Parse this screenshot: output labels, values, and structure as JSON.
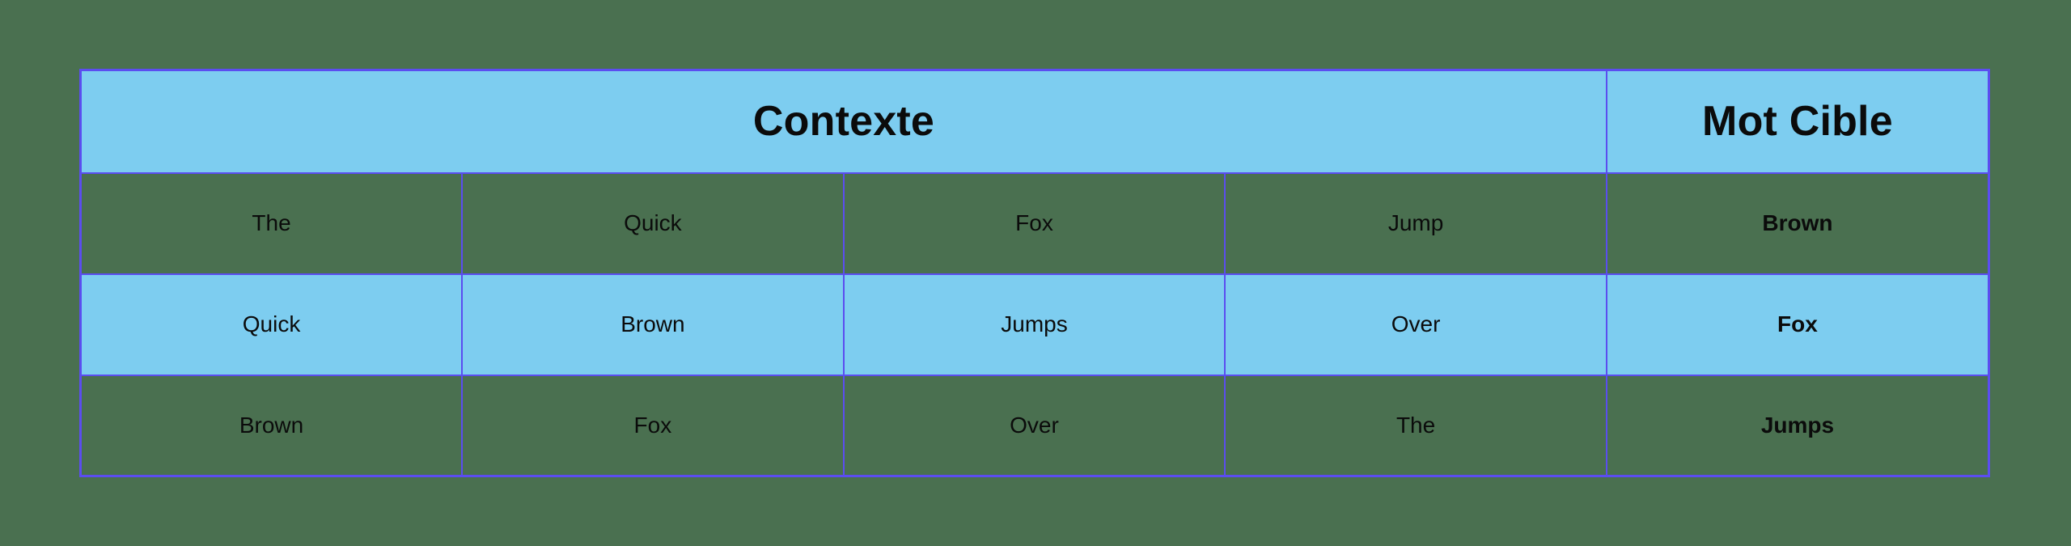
{
  "page": {
    "background_color": "#4a7050",
    "accent_border_color": "#5b4df0",
    "highlight_color": "#7dcdf0",
    "text_color": "#0b0b0b"
  },
  "table": {
    "headers": {
      "context": "Contexte",
      "target": "Mot Cible"
    },
    "context_column_count": 4,
    "rows": [
      {
        "highlighted": false,
        "context": [
          "The",
          "Quick",
          "Fox",
          "Jump"
        ],
        "target": "Brown"
      },
      {
        "highlighted": true,
        "context": [
          "Quick",
          "Brown",
          "Jumps",
          "Over"
        ],
        "target": "Fox"
      },
      {
        "highlighted": false,
        "context": [
          "Brown",
          "Fox",
          "Over",
          "The"
        ],
        "target": "Jumps"
      }
    ]
  }
}
